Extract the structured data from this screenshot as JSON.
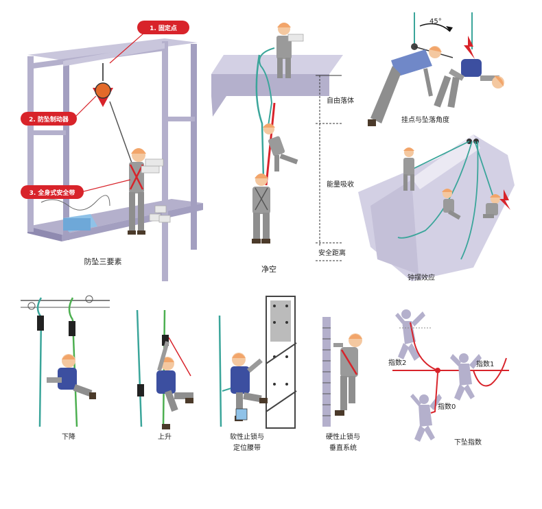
{
  "colors": {
    "red": "#d8232a",
    "rope_teal": "#3aa59a",
    "rope_green": "#4caf50",
    "purple": "#b4b0cc",
    "purple_dark": "#8f8ab0",
    "worker_grey": "#8e8e8e",
    "helmet": "#f2a56a",
    "skin": "#f4c8a0",
    "harness_blue": "#3c4fa0"
  },
  "panels": {
    "three_elements": {
      "caption": "防坠三要素",
      "tags": [
        "1. 固定点",
        "2. 防坠制动器",
        "3. 全身式安全带"
      ]
    },
    "clearance": {
      "caption": "净空",
      "segments": [
        "自由落体",
        "能量吸收",
        "安全距离"
      ]
    },
    "angle": {
      "caption": "挂点与坠落角度",
      "angle_label": "45°"
    },
    "pendulum": {
      "caption": "钟摆效应"
    },
    "descend": {
      "caption": "下降"
    },
    "ascend": {
      "caption": "上升"
    },
    "soft_lock": {
      "caption_line1": "软性止锁与",
      "caption_line2": "定位腰带"
    },
    "rigid_lock": {
      "caption_line1": "硬性止锁与",
      "caption_line2": "垂直系统"
    },
    "fall_factor": {
      "caption": "下坠指数",
      "labels": [
        "指数2",
        "指数1",
        "指数0"
      ]
    }
  }
}
